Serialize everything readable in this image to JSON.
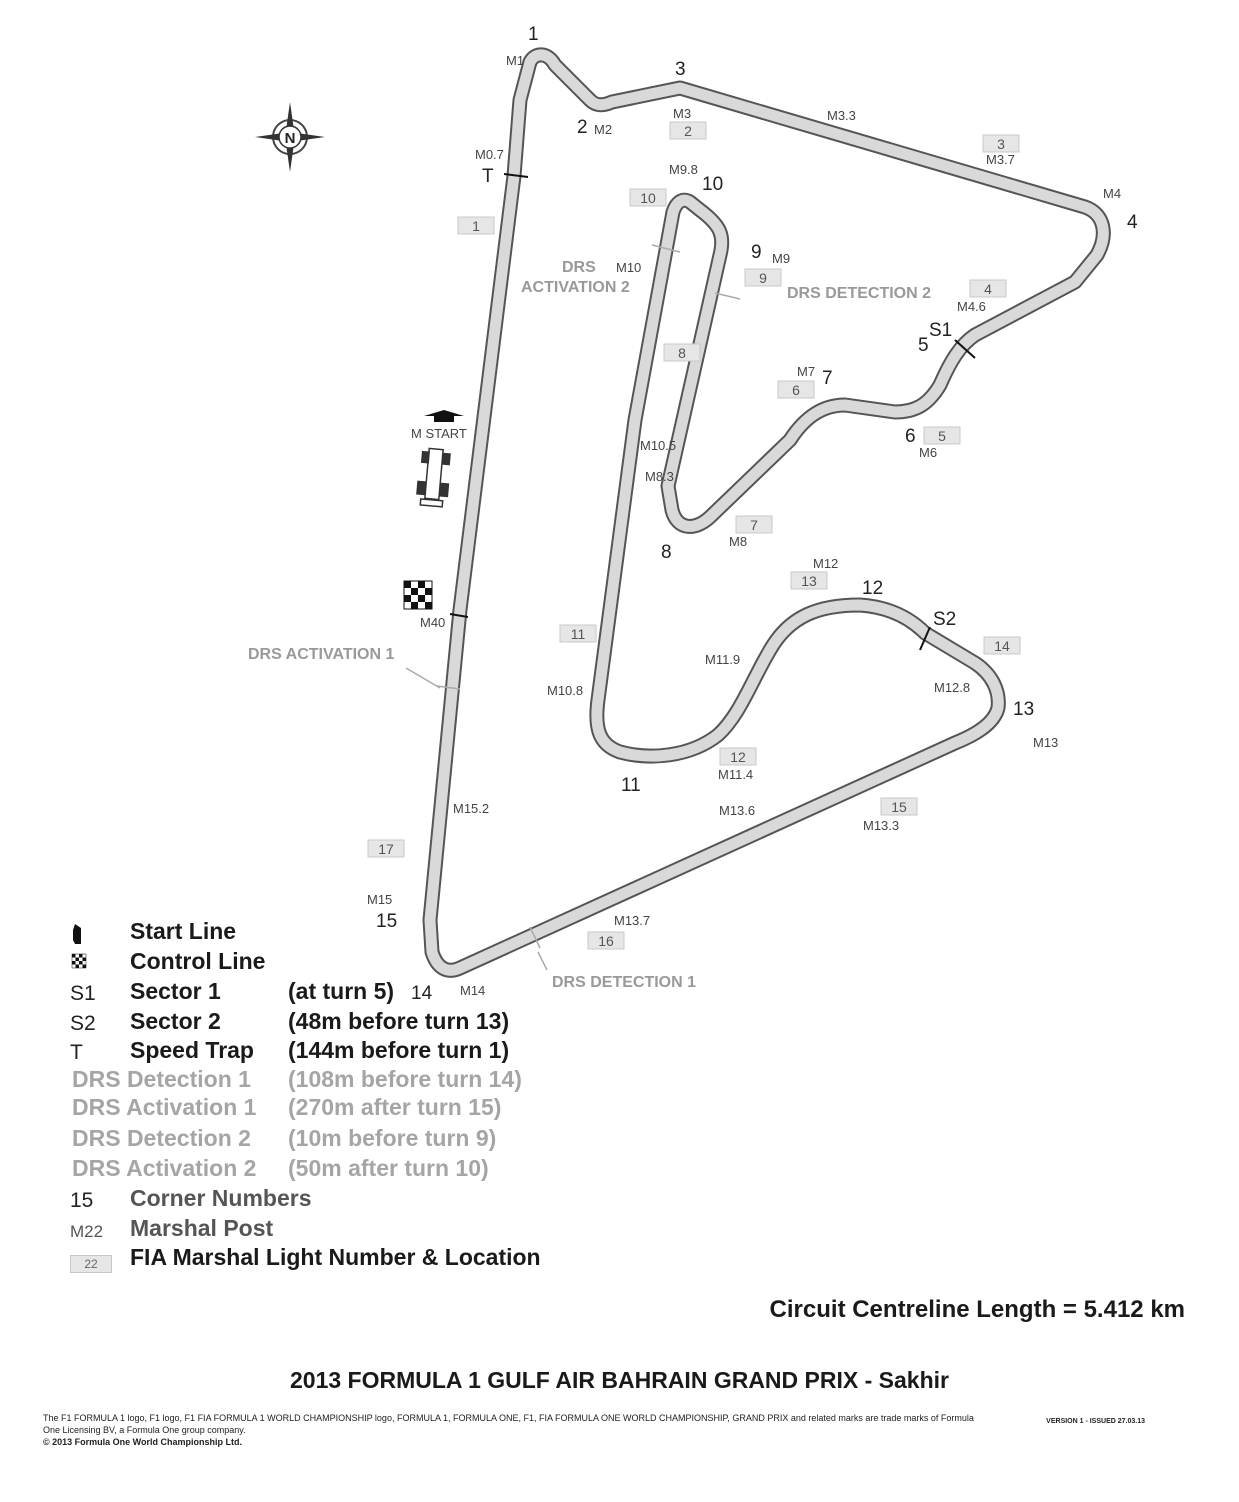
{
  "title": "2013 FORMULA 1 GULF AIR BAHRAIN GRAND PRIX - Sakhir",
  "circuit_length": "Circuit Centreline Length = 5.412 km",
  "version": "VERSION 1 - ISSUED 27.03.13",
  "legal": {
    "text": "The F1 FORMULA 1 logo, F1 logo, F1 FIA FORMULA 1 WORLD CHAMPIONSHIP logo, FORMULA 1, FORMULA ONE, F1, FIA FORMULA ONE WORLD CHAMPIONSHIP, GRAND PRIX and related marks are trade marks of Formula One Licensing BV, a Formula One group company.",
    "copyright": "© 2013 Formula One World Championship Ltd."
  },
  "compass": {
    "letter": "N",
    "icon": "north-compass-icon"
  },
  "map_labels": {
    "corners": [
      "1",
      "2",
      "3",
      "4",
      "5",
      "6",
      "7",
      "8",
      "9",
      "10",
      "11",
      "12",
      "13",
      "14",
      "15"
    ],
    "marshal_posts": [
      "M1",
      "M0.7",
      "M2",
      "M3",
      "M3.3",
      "M3.7",
      "M4",
      "M4.6",
      "M6",
      "M7",
      "M8",
      "M8.3",
      "M9",
      "M9.8",
      "M10",
      "M10.5",
      "M10.8",
      "M11.4",
      "M11.9",
      "M12",
      "M12.8",
      "M13",
      "M13.3",
      "M13.6",
      "M13.7",
      "M14",
      "M15",
      "M15.2",
      "M40"
    ],
    "marshal_lights": [
      "1",
      "2",
      "3",
      "4",
      "5",
      "6",
      "7",
      "8",
      "9",
      "10",
      "11",
      "12",
      "13",
      "14",
      "15",
      "16",
      "17"
    ],
    "timing": {
      "speed_trap": "T",
      "sector1": "S1",
      "sector2": "S2"
    },
    "drs": {
      "activation1": "DRS ACTIVATION 1",
      "activation2_line1": "DRS",
      "activation2_line2": "ACTIVATION 2",
      "detection1": "DRS DETECTION 1",
      "detection2": "DRS DETECTION 2"
    },
    "m_start": "M START"
  },
  "legend": [
    {
      "symbol": "",
      "icon": "start-line-icon",
      "name": "Start Line",
      "desc": ""
    },
    {
      "symbol": "",
      "icon": "checkered-flag-icon",
      "name": "Control Line",
      "desc": ""
    },
    {
      "symbol": "S1",
      "name": "Sector 1",
      "desc": "(at turn 5)"
    },
    {
      "symbol": "S2",
      "name": "Sector 2",
      "desc": "(48m before turn 13)"
    },
    {
      "symbol": "T",
      "name": "Speed Trap",
      "desc": "(144m before turn 1)"
    },
    {
      "symbol": "",
      "name": "DRS Detection 1",
      "desc": "(108m before turn 14)"
    },
    {
      "symbol": "",
      "name": "DRS Activation 1",
      "desc": "(270m after turn 15)"
    },
    {
      "symbol": "",
      "name": "DRS Detection 2",
      "desc": "(10m before turn 9)"
    },
    {
      "symbol": "",
      "name": "DRS Activation 2",
      "desc": "(50m after turn 10)"
    },
    {
      "symbol": "15",
      "name": "Corner Numbers",
      "desc": ""
    },
    {
      "symbol": "M22",
      "name": "Marshal Post",
      "desc": ""
    },
    {
      "symbol": "22",
      "name": "FIA Marshal Light Number & Location",
      "desc": ""
    }
  ],
  "colors": {
    "track_edge": "#555555",
    "track_fill": "#d9d9d9",
    "drs": "#999999",
    "marshal_box": "#e6e6e6"
  }
}
